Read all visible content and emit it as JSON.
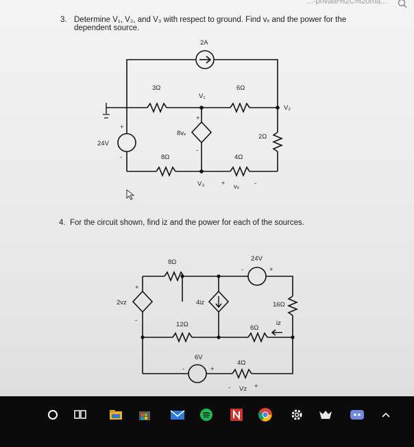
{
  "browser": {
    "tab_text": "...-private%2C%20ma..."
  },
  "q3": {
    "number": "3.",
    "text_line1": "Determine V₁, V₂, and V₃ with respect to ground. Find vₓ and the power for the",
    "text_line2": "dependent source.",
    "labels": {
      "current_source": "2A",
      "r1": "3Ω",
      "r2": "6Ω",
      "r3": "2Ω",
      "r4": "8Ω",
      "r5": "4Ω",
      "v1": "V₁",
      "v2": "V₂",
      "v3": "V₃",
      "dep_source": "8vₓ",
      "voltage_source": "24V",
      "vx": "vₓ",
      "plus": "+",
      "minus": "-"
    }
  },
  "q4": {
    "number": "4.",
    "text": "For the circuit shown, find iz and the power for each of the sources.",
    "labels": {
      "r8": "8Ω",
      "v24": "24V",
      "r16": "16Ω",
      "dep_v": "2vz",
      "dep_i": "4iz",
      "r12": "12Ω",
      "r6": "6Ω",
      "iz": "iz",
      "v6": "6V",
      "r4": "4Ω",
      "vz": "Vz",
      "plus": "+",
      "minus": "-"
    }
  },
  "taskbar": {
    "icons": [
      "cortana-icon",
      "task-view-icon",
      "file-explorer-icon",
      "store-icon",
      "mail-icon",
      "spotify-icon",
      "onenote-icon",
      "chrome-icon",
      "settings-icon",
      "game-icon",
      "discord-icon",
      "chevron-up-icon"
    ],
    "colors": {
      "background": "#0b0b0b",
      "explorer": "#f2b12a",
      "mail": "#2d7bd6",
      "spotify": "#1db954",
      "onenote": "#c9342c",
      "chrome_red": "#db4437",
      "chrome_yellow": "#f4c20d",
      "chrome_green": "#0f9d58",
      "chrome_blue": "#4285f4",
      "discord": "#7289da"
    }
  }
}
